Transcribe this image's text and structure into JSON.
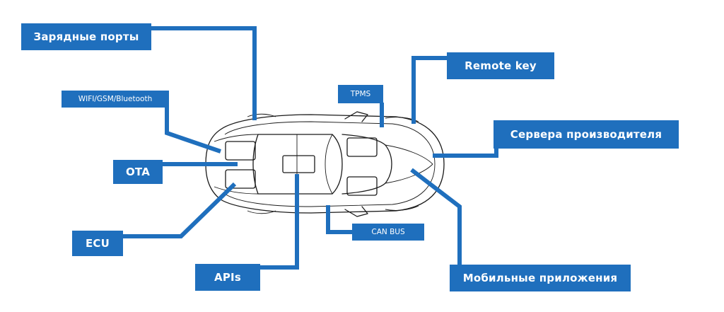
{
  "labels": {
    "charging_ports": "Зарядные порты",
    "wifi_gsm_bluetooth": "WIFI/GSM/Bluetooth",
    "ota": "OTA",
    "ecu": "ECU",
    "apis": "APIs",
    "tpms": "TPMS",
    "can_bus": "CAN BUS",
    "remote_key": "Remote key",
    "manufacturer_servers": "Сервера производителя",
    "mobile_apps": "Мобильные приложения"
  },
  "colors": {
    "accent": "#1f6fbd",
    "outline": "#1a1a1a",
    "background": "#ffffff"
  }
}
